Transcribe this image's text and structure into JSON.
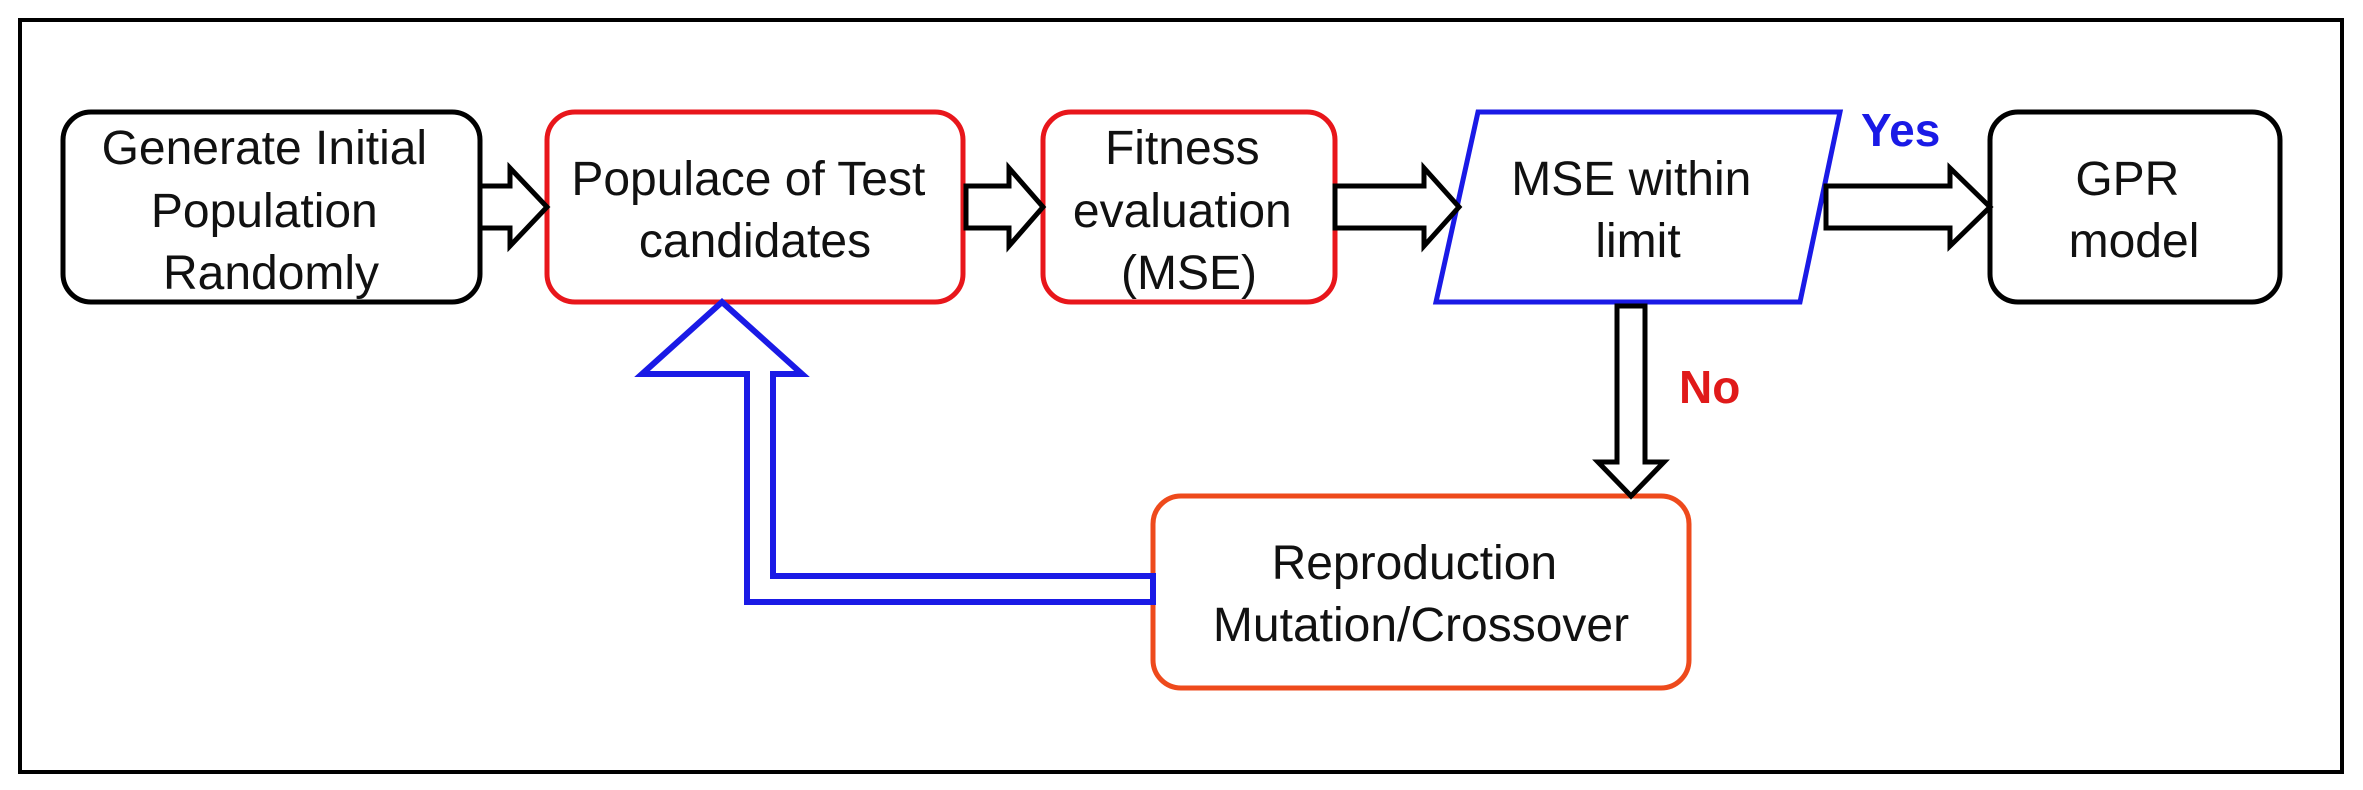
{
  "diagram": {
    "nodes": {
      "generate": {
        "lines": [
          "Generate Initial",
          "Population",
          "Randomly"
        ]
      },
      "populace": {
        "lines": [
          "Populace of Test",
          "candidates"
        ]
      },
      "fitness": {
        "lines": [
          "Fitness",
          "evaluation",
          "(MSE)"
        ]
      },
      "mse_check": {
        "lines": [
          "MSE within",
          "limit"
        ]
      },
      "gpr": {
        "lines": [
          "GPR",
          "model"
        ]
      },
      "reproduction": {
        "lines": [
          "Reproduction",
          "Mutation/Crossover"
        ]
      }
    },
    "labels": {
      "yes": "Yes",
      "no": "No"
    },
    "colors": {
      "generate_border": "#000000",
      "populace_border": "#e8161b",
      "fitness_border": "#e8161b",
      "mse_border": "#1a1ae6",
      "gpr_border": "#000000",
      "reproduction_border": "#ee4a1c",
      "loop_arrow": "#1a1ae6",
      "yes_label": "#1a1ae6",
      "no_label": "#e01a1a",
      "arrow_stroke": "#000000"
    }
  }
}
